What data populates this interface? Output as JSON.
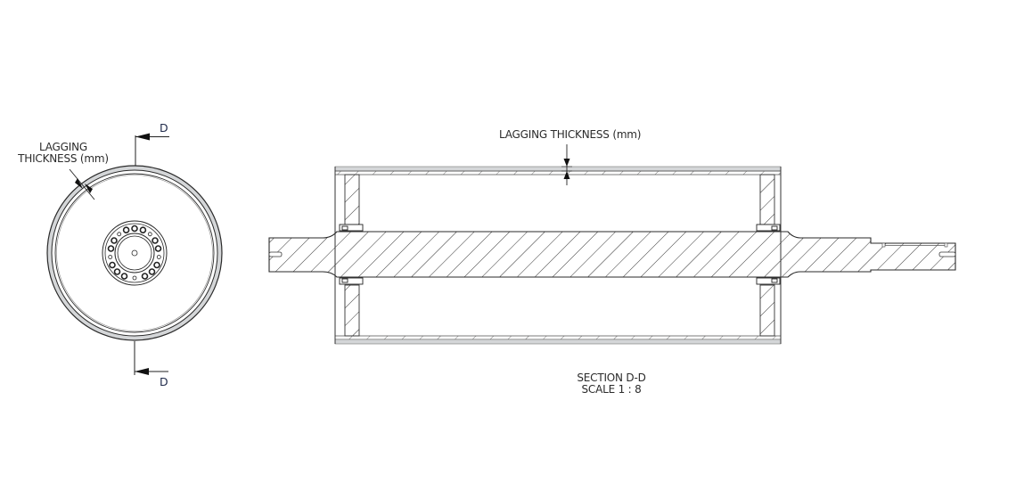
{
  "drawing": {
    "type": "engineering-section-drawing",
    "subject": "conveyor pulley with lagging",
    "colors": {
      "line": "#2a2a2a",
      "lagging_fill": "#d4d6d8",
      "hatch": "#333333",
      "section_letter": "#1f2a4a"
    }
  },
  "end_view": {
    "lagging_label_line1": "LAGGING",
    "lagging_label_line2": "THICKNESS (mm)",
    "section_marker_top": "D",
    "section_marker_bottom": "D"
  },
  "section_view": {
    "lagging_label": "LAGGING THICKNESS (mm)",
    "title_line1": "SECTION D-D",
    "title_line2": "SCALE 1 : 8"
  }
}
